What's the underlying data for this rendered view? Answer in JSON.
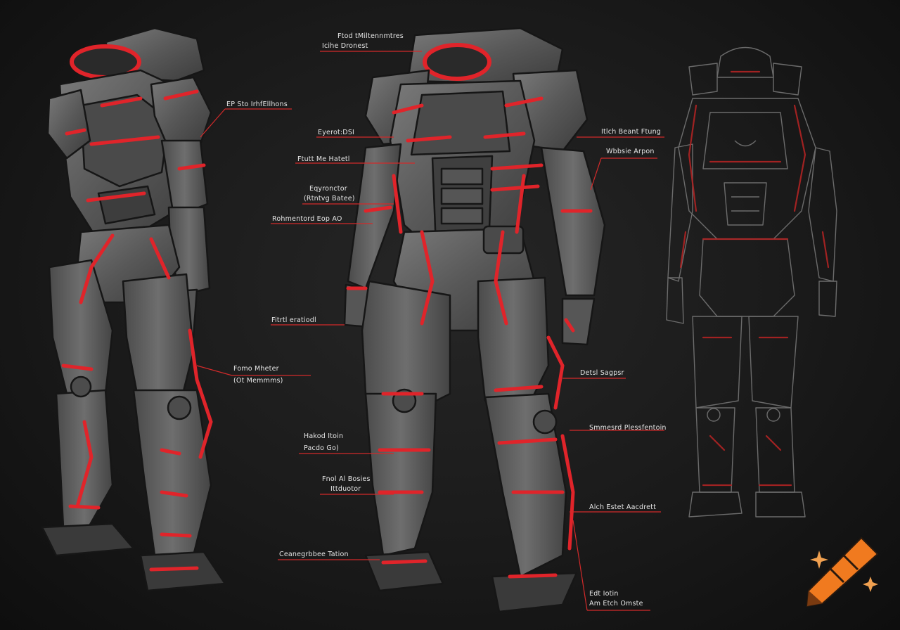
{
  "palette": {
    "background": "#1a1a1a",
    "armor": "#5b5b5b",
    "armor_dark": "#3a3a3a",
    "accent": "#e0242a",
    "outline": "#1b1b1b",
    "leader": "#d22a2a",
    "logo_orange": "#f07a1f"
  },
  "annotations": [
    {
      "id": "a1",
      "lines": [
        "Ftod tMiltennmtres",
        "Icihe Dronest"
      ]
    },
    {
      "id": "a2",
      "lines": [
        "EP Sto IrhfEllhons"
      ]
    },
    {
      "id": "a3",
      "lines": [
        "Eyerot:DSI"
      ]
    },
    {
      "id": "a4",
      "lines": [
        "Ftutt Me Hatetl"
      ]
    },
    {
      "id": "a5",
      "lines": [
        "Eqyronctor",
        "(Rtntvg Batee)"
      ]
    },
    {
      "id": "a6",
      "lines": [
        "Rohmentord Eop AO"
      ]
    },
    {
      "id": "a7",
      "lines": [
        "Fitrtl eratiodl"
      ]
    },
    {
      "id": "a8",
      "lines": [
        "Fomo Mheter",
        "(Ot Memmms)"
      ]
    },
    {
      "id": "a9",
      "lines": [
        "Hakod Itoin",
        "Pacdo Go)"
      ]
    },
    {
      "id": "a10",
      "lines": [
        "Fnol Al Bosies",
        "Ittduotor"
      ]
    },
    {
      "id": "a11",
      "lines": [
        "Ceanegrbbee Tation"
      ]
    },
    {
      "id": "a12",
      "lines": [
        "Itlch Beant Ftung"
      ]
    },
    {
      "id": "a13",
      "lines": [
        "Wbbsie Arpon"
      ]
    },
    {
      "id": "a14",
      "lines": [
        "Detsl Sagpsr"
      ]
    },
    {
      "id": "a15",
      "lines": [
        "Smmesrd Plessfentoin"
      ]
    },
    {
      "id": "a16",
      "lines": [
        "Alch Estet Aacdrett"
      ]
    },
    {
      "id": "a17",
      "lines": [
        "Edt Iotin",
        "Am Etch Omste"
      ]
    }
  ]
}
